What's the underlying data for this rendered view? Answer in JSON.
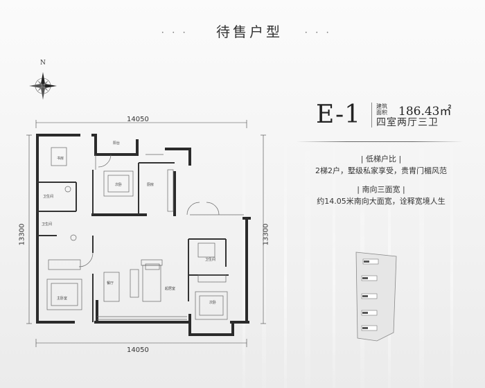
{
  "header": {
    "title": "待售户型",
    "dots_left": "• • •",
    "dots_right": "• • •"
  },
  "compass": {
    "north_label": "N"
  },
  "dimensions": {
    "top_width": "14050",
    "bottom_width": "14050",
    "left_height": "13300",
    "right_height": "13300"
  },
  "rooms": {
    "study": "书房",
    "balcony": "阳台",
    "bedroom_north": "次卧",
    "kitchen": "厨房",
    "bath_a": "卫生间",
    "bath_b": "卫生间",
    "bath_c": "卫生间",
    "master_bedroom": "主卧室",
    "dining": "餐厅",
    "living": "起居室",
    "bedroom_south": "次卧"
  },
  "unit": {
    "name": "E-1",
    "area_label_line1": "建筑",
    "area_label_line2": "面积",
    "area_value": "186.43㎡",
    "layout": "四室两厅三卫"
  },
  "features": [
    {
      "title": "| 低梯户比 |",
      "desc": "2梯2户，墅级私家享受，贵胄门楣风范"
    },
    {
      "title": "| 南向三面宽 |",
      "desc": "约14.05米南向大面宽，诠释宽境人生"
    }
  ],
  "colors": {
    "wall": "#2b2b2b",
    "line": "#555555",
    "background": "#f4f4f4"
  }
}
